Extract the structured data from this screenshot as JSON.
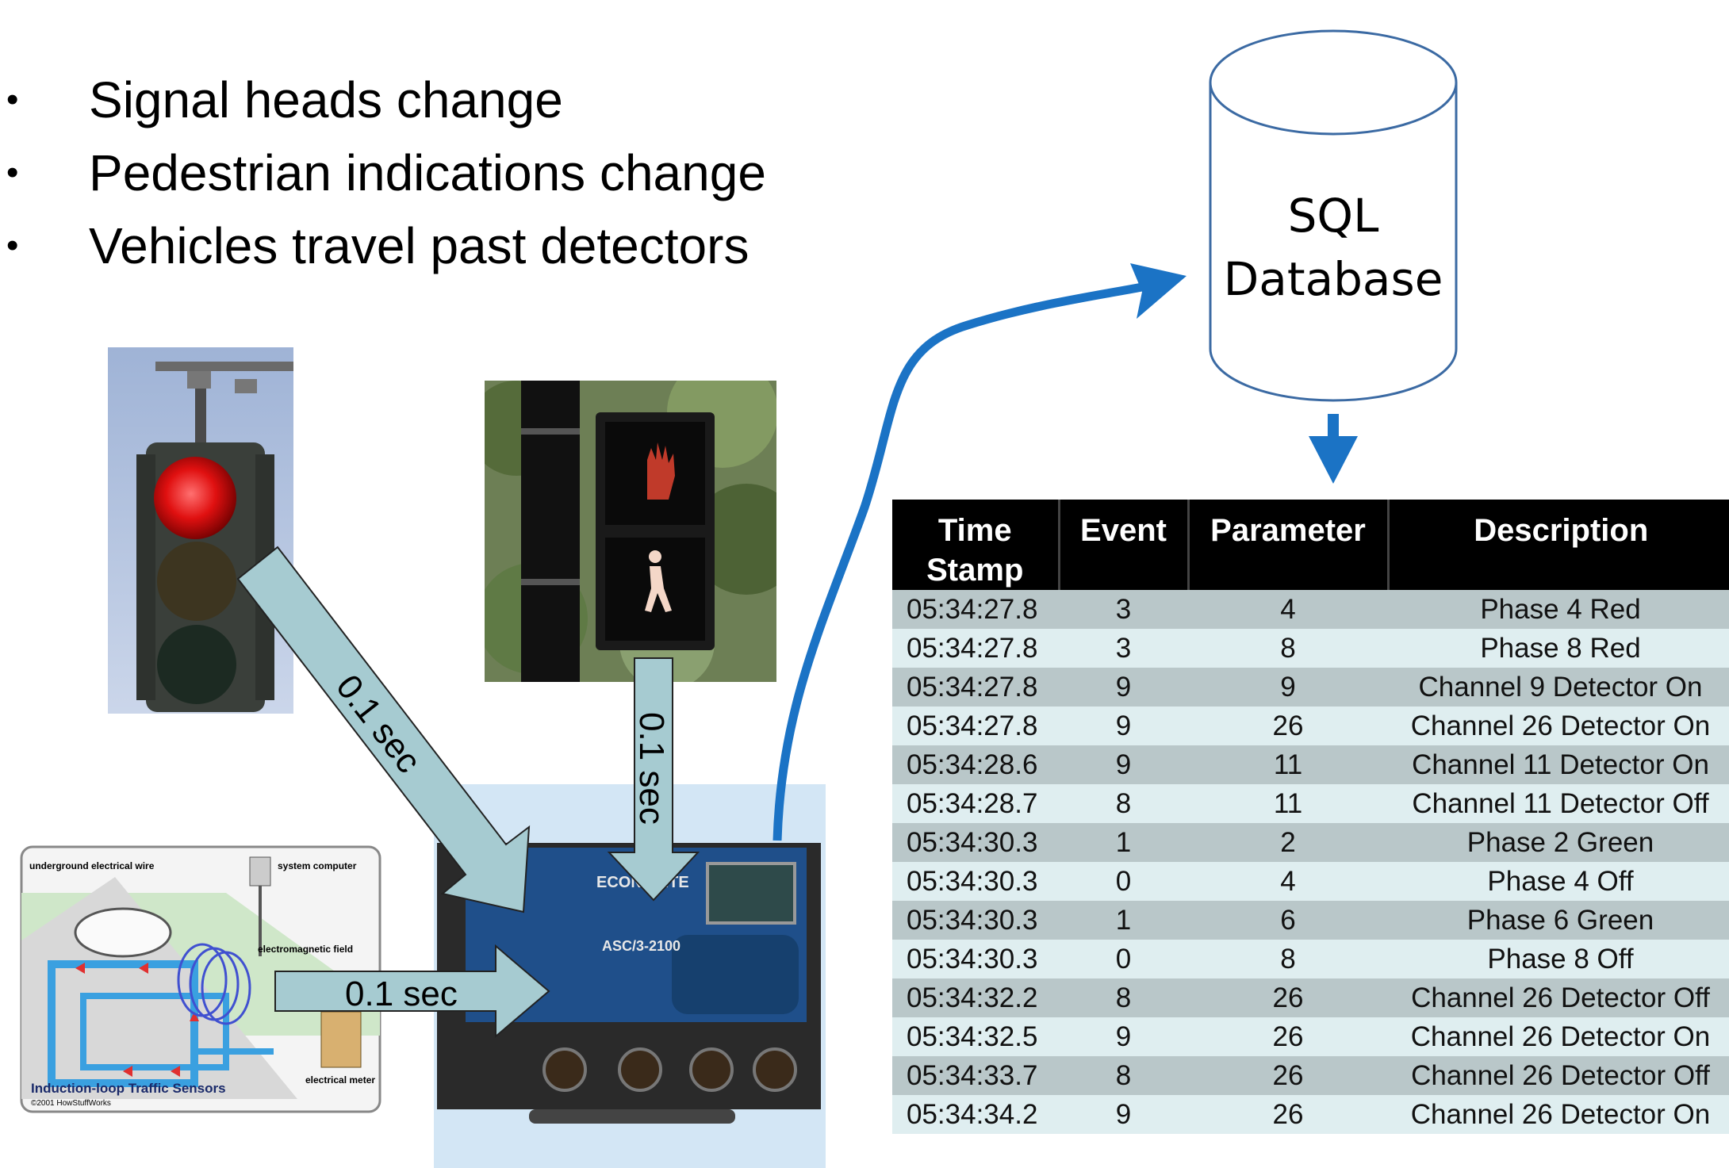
{
  "bullets": [
    "Signal heads change",
    "Pedestrian indications change",
    "Vehicles travel past detectors"
  ],
  "arrows": {
    "signal_to_controller": "0.1 sec",
    "ped_to_controller": "0.1 sec",
    "loop_to_controller": "0.1 sec"
  },
  "database": {
    "line1": "SQL",
    "line2": "Database"
  },
  "loop_diagram": {
    "title": "Induction-loop Traffic Sensors",
    "copyright": "©2001 HowStuffWorks",
    "label_wire": "underground electrical wire",
    "label_computer": "system computer",
    "label_field": "electromagnetic field",
    "label_meter": "electrical meter"
  },
  "controller": {
    "brand": "ECONOLITE",
    "model": "ASC/3-2100"
  },
  "colors": {
    "arrow_fill": "#a6cbd1",
    "flow_arrow": "#1b73c5",
    "table_header": "#000000",
    "row_dark": "#b9c7c9",
    "row_light": "#dfeef0"
  },
  "table": {
    "headers": [
      "Time Stamp",
      "Event",
      "Parameter",
      "Description"
    ],
    "rows": [
      [
        "05:34:27.8",
        "3",
        "4",
        "Phase 4 Red"
      ],
      [
        "05:34:27.8",
        "3",
        "8",
        "Phase 8 Red"
      ],
      [
        "05:34:27.8",
        "9",
        "9",
        "Channel 9 Detector On"
      ],
      [
        "05:34:27.8",
        "9",
        "26",
        "Channel 26 Detector On"
      ],
      [
        "05:34:28.6",
        "9",
        "11",
        "Channel 11 Detector On"
      ],
      [
        "05:34:28.7",
        "8",
        "11",
        "Channel 11 Detector Off"
      ],
      [
        "05:34:30.3",
        "1",
        "2",
        "Phase 2 Green"
      ],
      [
        "05:34:30.3",
        "0",
        "4",
        "Phase 4 Off"
      ],
      [
        "05:34:30.3",
        "1",
        "6",
        "Phase 6 Green"
      ],
      [
        "05:34:30.3",
        "0",
        "8",
        "Phase 8 Off"
      ],
      [
        "05:34:32.2",
        "8",
        "26",
        "Channel 26 Detector Off"
      ],
      [
        "05:34:32.5",
        "9",
        "26",
        "Channel 26 Detector On"
      ],
      [
        "05:34:33.7",
        "8",
        "26",
        "Channel 26 Detector Off"
      ],
      [
        "05:34:34.2",
        "9",
        "26",
        "Channel 26 Detector On"
      ]
    ]
  }
}
